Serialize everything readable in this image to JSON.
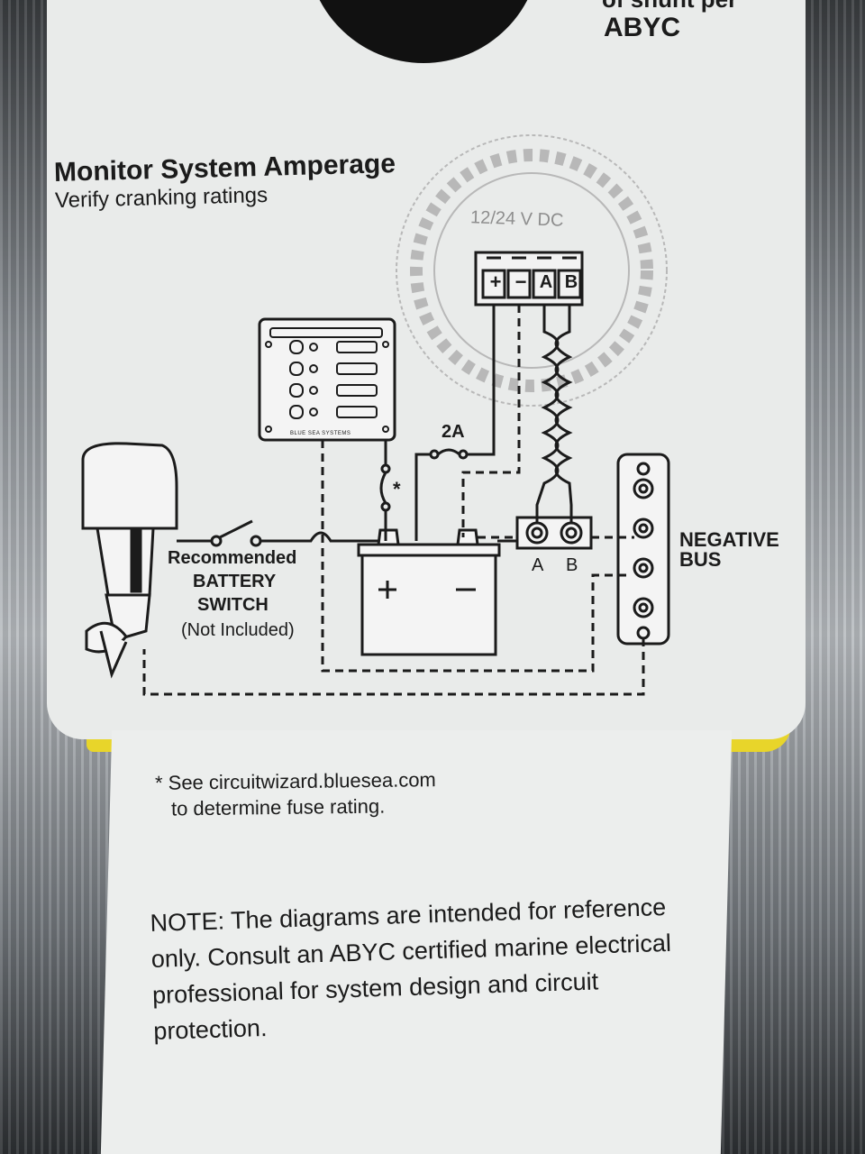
{
  "header": {
    "corner_line1": "of shunt per",
    "corner_line2": "ABYC"
  },
  "diagram": {
    "title": "Monitor System Amperage",
    "subtitle": "Verify cranking ratings",
    "meter": {
      "voltage": "12/24 V DC",
      "terminals": [
        "+",
        "−",
        "A",
        "B"
      ]
    },
    "panel_brand": "BLUE SEA SYSTEMS",
    "fuse_label": "2A",
    "fuse_asterisk": "*",
    "shunt_terminals": [
      "A",
      "B"
    ],
    "switch_label": {
      "line1": "Recommended",
      "line2": "BATTERY",
      "line3": "SWITCH",
      "line4": "(Not Included)"
    },
    "bus_label": {
      "line1": "NEGATIVE",
      "line2": "BUS"
    }
  },
  "footnote": {
    "line1": "* See circuitwizard.bluesea.com",
    "line2": "to determine fuse rating."
  },
  "note": {
    "line1": "NOTE: The diagrams are intended for reference",
    "line2": "only. Consult an ABYC certified marine electrical",
    "line3": "professional for system design and circuit",
    "line4": "protection."
  },
  "colors": {
    "card": "#e9ebea",
    "ink": "#1b1b1b",
    "accent_yellow": "#e8d52a"
  }
}
